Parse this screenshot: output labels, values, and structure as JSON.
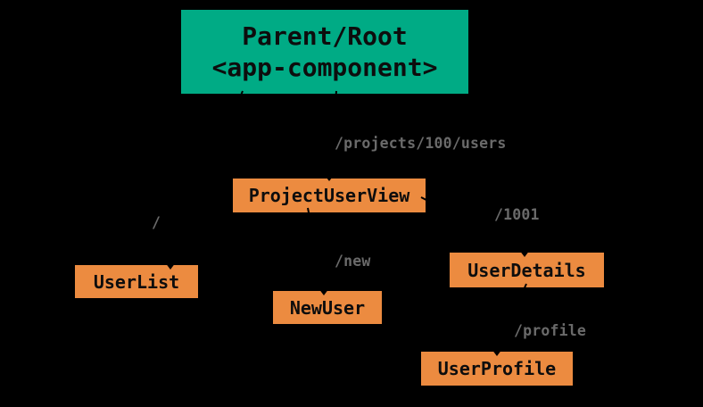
{
  "diagram": {
    "root_node": {
      "line1": "Parent/Root",
      "line2": "<app-component>"
    },
    "nodes": [
      {
        "id": "project-user-view",
        "label": "ProjectUserView",
        "route": "/projects/100/users",
        "parent": "root"
      },
      {
        "id": "user-list",
        "label": "UserList",
        "route": "/",
        "parent": "root"
      },
      {
        "id": "new-user",
        "label": "NewUser",
        "route": "/new",
        "parent": "project-user-view"
      },
      {
        "id": "user-details",
        "label": "UserDetails",
        "route": "/1001",
        "parent": "project-user-view"
      },
      {
        "id": "user-profile",
        "label": "UserProfile",
        "route": "/profile",
        "parent": "user-details"
      }
    ],
    "edges": [
      {
        "from": "root",
        "to": "project-user-view"
      },
      {
        "from": "root",
        "to": "user-list"
      },
      {
        "from": "project-user-view",
        "to": "new-user"
      },
      {
        "from": "project-user-view",
        "to": "user-details"
      },
      {
        "from": "user-details",
        "to": "user-profile"
      }
    ],
    "colors": {
      "background": "#000000",
      "root_fill": "#00AB85",
      "node_fill": "#EC8B40",
      "node_text": "#0D0D0D",
      "route_label": "#6A6A6A",
      "edge": "#000000"
    }
  }
}
